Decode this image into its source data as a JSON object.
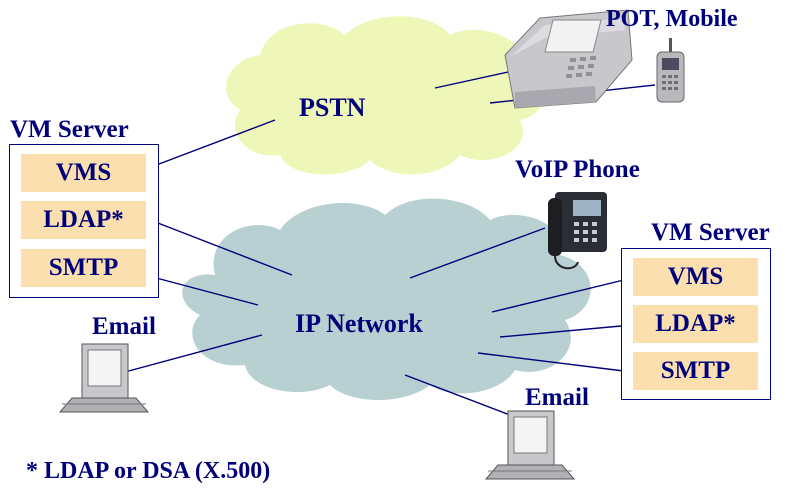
{
  "colors": {
    "text": "#00007a",
    "cell_fill": "#fbdfae",
    "pstn_cloud": "#eef6b8",
    "ip_cloud": "#b8d0d2",
    "line": "#00007a"
  },
  "clouds": {
    "pstn": {
      "label": "PSTN"
    },
    "ip": {
      "label": "IP Network"
    }
  },
  "left_server": {
    "title": "VM Server",
    "items": [
      "VMS",
      "LDAP*",
      "SMTP"
    ]
  },
  "right_server": {
    "title": "VM Server",
    "items": [
      "VMS",
      "LDAP*",
      "SMTP"
    ]
  },
  "phones": {
    "pot_mobile": {
      "label": "POT, Mobile"
    },
    "voip": {
      "label": "VoIP Phone"
    }
  },
  "email_clients": {
    "left": {
      "label": "Email"
    },
    "bottom": {
      "label": "Email"
    }
  },
  "footnote": "* LDAP or DSA (X.500)",
  "icons": [
    "desk-phone-icon",
    "mobile-phone-icon",
    "voip-phone-icon",
    "computer-icon",
    "computer-icon"
  ]
}
